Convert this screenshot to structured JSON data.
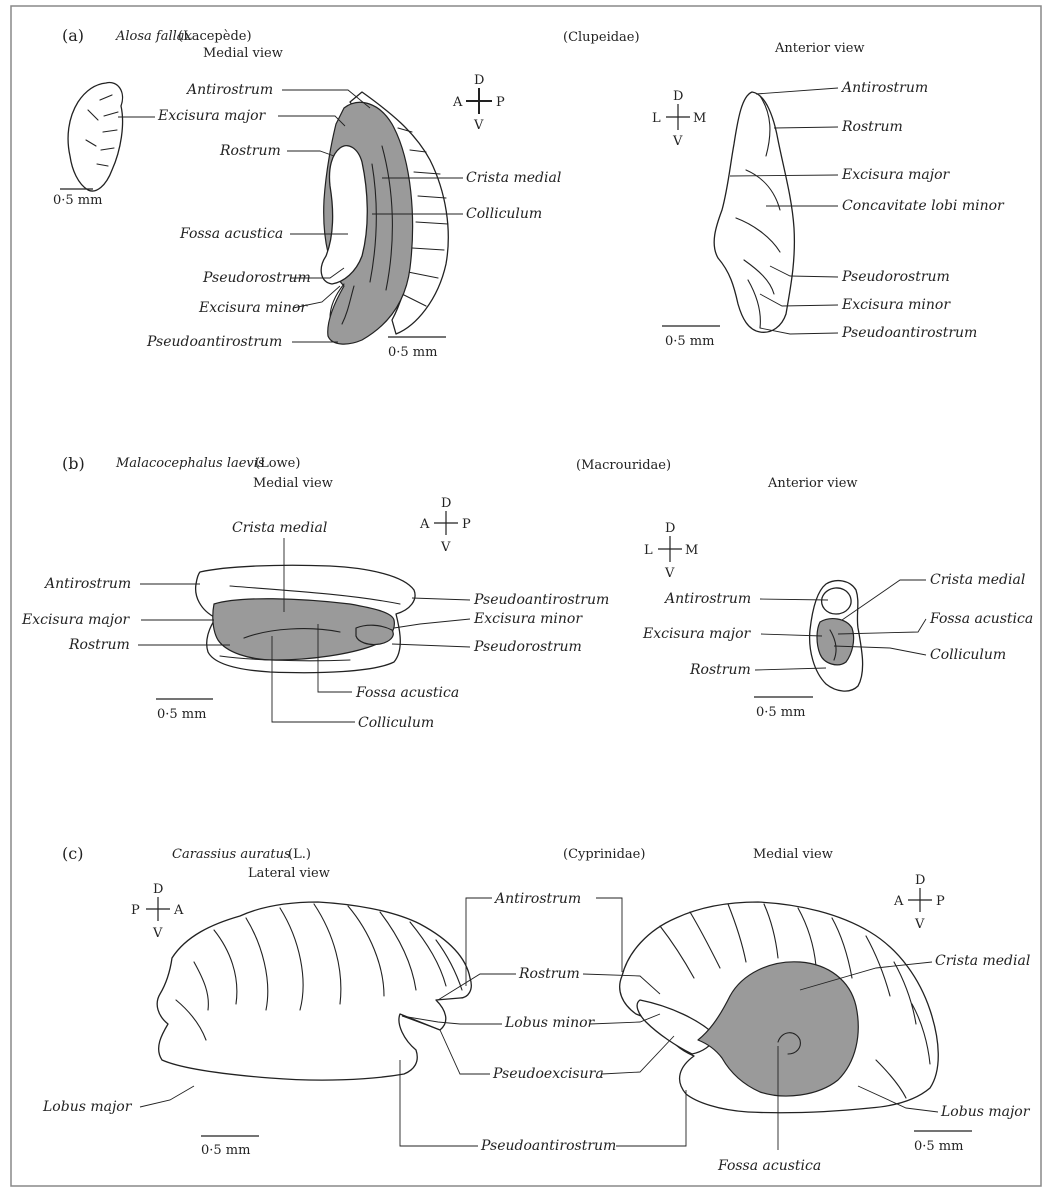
{
  "panels": {
    "a": {
      "letter": "(a)",
      "species": "Alosa fallax",
      "author": "(Lacepède)",
      "family": "(Clupeidae)",
      "view_left": "Medial view",
      "view_right": "Anterior view",
      "orient_left": {
        "top": "D",
        "left": "A",
        "right": "P",
        "bottom": "V"
      },
      "orient_right": {
        "top": "D",
        "left": "L",
        "right": "M",
        "bottom": "V"
      },
      "labels_medial": [
        "Antirostrum",
        "Excisura major",
        "Rostrum",
        "Fossa acustica",
        "Pseudorostrum",
        "Excisura minor",
        "Pseudoantirostrum",
        "Crista medial",
        "Colliculum"
      ],
      "labels_anterior": [
        "Antirostrum",
        "Rostrum",
        "Excisura major",
        "Concavitate lobi minor",
        "Pseudorostrum",
        "Excisura minor",
        "Pseudoantirostrum"
      ],
      "scales": [
        "0·5 mm",
        "0·5 mm",
        "0·5 mm"
      ]
    },
    "b": {
      "letter": "(b)",
      "species": "Malacocephalus laevis",
      "author": "(Lowe)",
      "family": "(Macrouridae)",
      "view_left": "Medial view",
      "view_right": "Anterior view",
      "orient_left": {
        "top": "D",
        "left": "A",
        "right": "P",
        "bottom": "V"
      },
      "orient_right": {
        "top": "D",
        "left": "L",
        "right": "M",
        "bottom": "V"
      },
      "labels_medial": [
        "Crista medial",
        "Antirostrum",
        "Excisura major",
        "Rostrum",
        "Pseudoantirostrum",
        "Excisura minor",
        "Pseudorostrum",
        "Fossa acustica",
        "Colliculum"
      ],
      "labels_anterior": [
        "Antirostrum",
        "Excisura major",
        "Rostrum",
        "Crista medial",
        "Fossa acustica",
        "Colliculum"
      ],
      "scales": [
        "0·5 mm",
        "0·5 mm"
      ]
    },
    "c": {
      "letter": "(c)",
      "species": "Carassius auratus",
      "author": "(L.)",
      "family": "(Cyprinidae)",
      "view_left": "Lateral view",
      "view_right": "Medial view",
      "orient_left": {
        "top": "D",
        "left": "P",
        "right": "A",
        "bottom": "V"
      },
      "orient_right": {
        "top": "D",
        "left": "A",
        "right": "P",
        "bottom": "V"
      },
      "labels_center": [
        "Antirostrum",
        "Rostrum",
        "Lobus minor",
        "Pseudoexcisura",
        "Pseudoantirostrum"
      ],
      "labels_right": [
        "Crista medial",
        "Lobus major",
        "Fossa acustica"
      ],
      "label_left": "Lobus major",
      "scales": [
        "0·5 mm",
        "0·5 mm"
      ]
    }
  }
}
